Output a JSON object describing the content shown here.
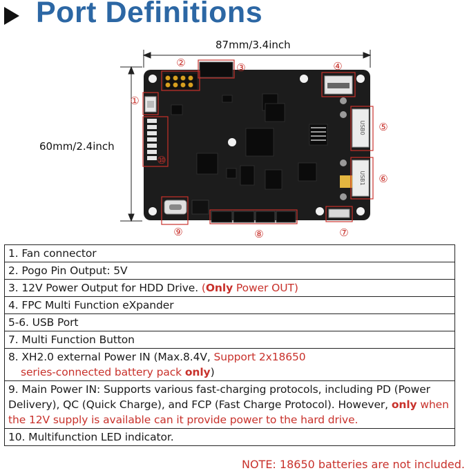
{
  "header": {
    "title": "Port Definitions"
  },
  "dimensions": {
    "width": "87mm/3.4inch",
    "height": "60mm/2.4inch"
  },
  "callouts": [
    "①",
    "②",
    "③",
    "④",
    "⑤",
    "⑥",
    "⑦",
    "⑧",
    "⑨",
    "⑩"
  ],
  "silkscreen": {
    "usb1": "USB0",
    "usb2": "USB1"
  },
  "items": {
    "r1": "1. Fan connector",
    "r2": "2. Pogo Pin Output: 5V",
    "r3_a": "3. 12V Power Output for HDD Drive. ",
    "r3_b": "(",
    "r3_c": "Only",
    "r3_d": " Power OUT)",
    "r4": "4. FPC Multi Function eXpander",
    "r5": "5-6. USB Port",
    "r6": "7. Multi Function Button",
    "r7_a": "8. XH2.0 external Power IN (Max.8.4V, ",
    "r7_b": "Support 2x18650",
    "r7_c": "series-connected battery pack ",
    "r7_d": "only",
    "r7_e": ")",
    "r8_a": "9. Main Power IN: Supports various fast-charging protocols, including PD (Power Delivery), QC (Quick Charge), and FCP (Fast Charge Protocol). However, ",
    "r8_b": "only",
    "r8_c": " when the 12V supply is available can it provide power to the hard drive.",
    "r9": "10. Multifunction LED indicator."
  },
  "note": "NOTE: 18650 batteries are not included.",
  "colors": {
    "title": "#2c67a4",
    "accent_red": "#c8312b",
    "board": "#1c1c1c"
  }
}
